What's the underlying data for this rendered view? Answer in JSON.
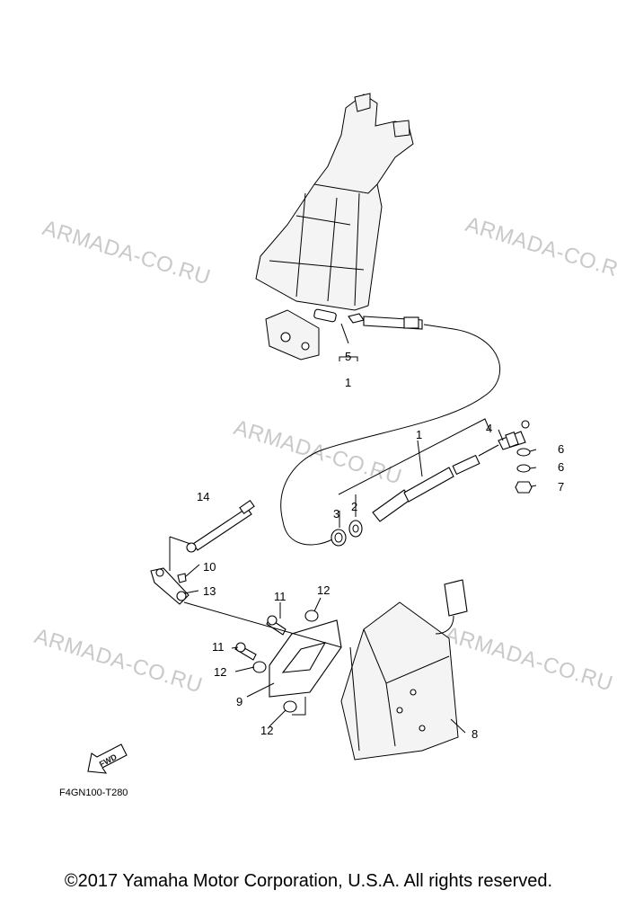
{
  "watermarks": [
    "ARMADA-CO.RU",
    "ARMADA-CO.RU",
    "ARMADA-CO.RU",
    "ARMADA-CO.RU",
    "ARMADA-CO.RU"
  ],
  "callouts": {
    "c1a": "1",
    "c5": "5",
    "c1b": "1",
    "c4": "4",
    "c6a": "6",
    "c6b": "6",
    "c7": "7",
    "c2": "2",
    "c3": "3",
    "c14": "14",
    "c10": "10",
    "c13": "13",
    "c11a": "11",
    "c12a": "12",
    "c11b": "11",
    "c12b": "12",
    "c9": "9",
    "c12c": "12",
    "c8": "8"
  },
  "fwd_label": "FWD",
  "diagram_code": "F4GN100-T280",
  "copyright": "©2017 Yamaha Motor Corporation, U.S.A. All rights reserved."
}
